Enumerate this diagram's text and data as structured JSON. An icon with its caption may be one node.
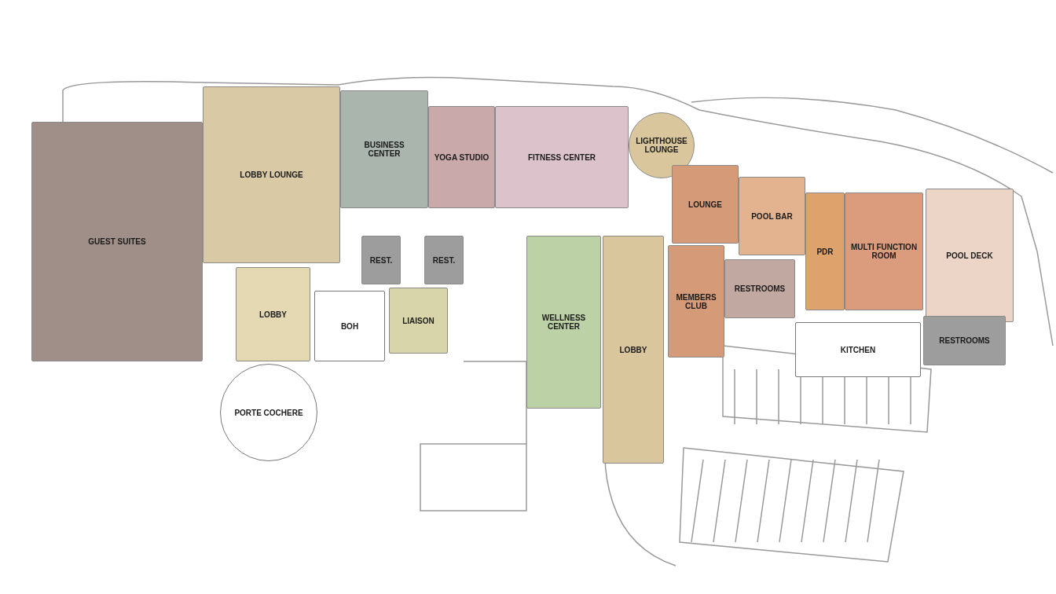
{
  "diagram": {
    "nodes": [
      {
        "text": [
          "BUSINESS CENTER"
        ]
      },
      {
        "text": [
          "YOGA STUDIO"
        ]
      },
      {
        "text": [
          "FITNESS CENTER"
        ]
      },
      {
        "text": [
          "LIGHTHOUSE LOUNGE"
        ]
      },
      {
        "text": [
          "LOBBY LOUNGE"
        ]
      },
      {
        "text": [
          "GUEST SUITES"
        ]
      },
      {
        "text": [
          "LOUNGE"
        ]
      },
      {
        "text": [
          "POOL BAR"
        ]
      },
      {
        "text": [
          "MULTI FUNCTION ROOM"
        ]
      },
      {
        "text": [
          "POOL DECK"
        ]
      },
      {
        "text": [
          "REST."
        ]
      },
      {
        "text": [
          "REST."
        ]
      },
      {
        "text": [
          "LIAISON"
        ]
      },
      {
        "text": [
          "WELLNESS CENTER"
        ]
      },
      {
        "text": [
          "LOBBY"
        ]
      },
      {
        "text": [
          "MEMBERS CLUB"
        ]
      },
      {
        "text": [
          "RESTROOMS"
        ]
      },
      {
        "text": [
          "PDR"
        ]
      },
      {
        "text": [
          "LOBBY"
        ]
      },
      {
        "text": [
          "BOH"
        ]
      },
      {
        "text": [
          "KITCHEN"
        ]
      },
      {
        "text": [
          "RESTROOMS"
        ]
      },
      {
        "text": [
          "PORTE COCHERE"
        ]
      }
    ]
  }
}
